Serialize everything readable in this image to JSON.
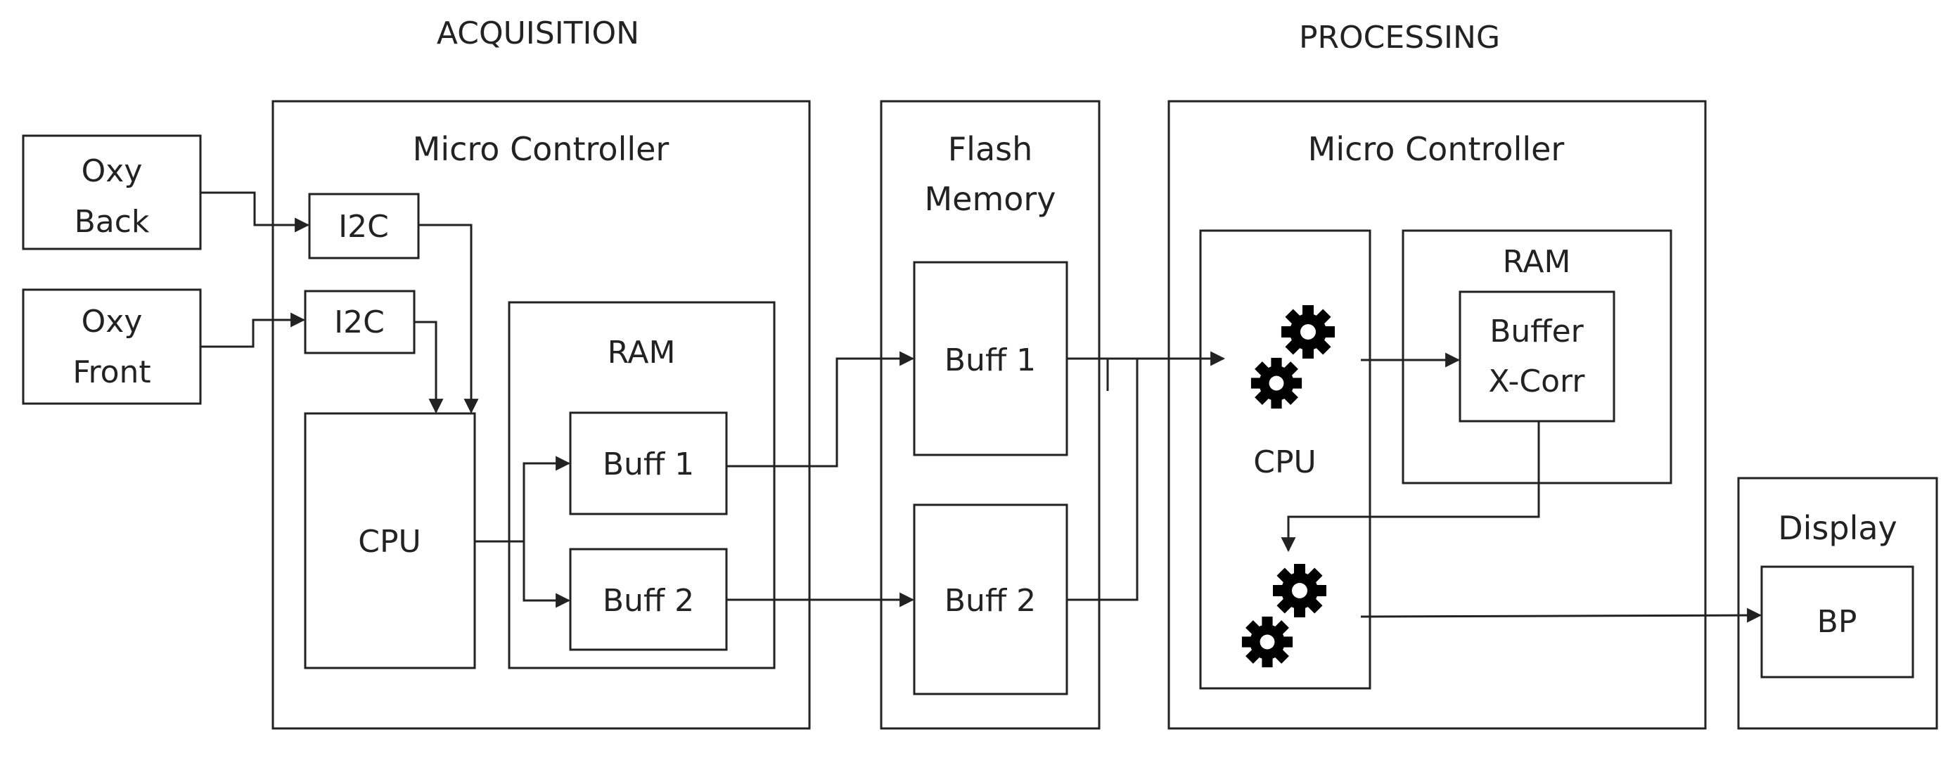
{
  "sections": {
    "acquisition": "ACQUISITION",
    "processing": "PROCESSING"
  },
  "sensors": {
    "back": [
      "Oxy",
      "Back"
    ],
    "front": [
      "Oxy",
      "Front"
    ]
  },
  "acq_mc": {
    "title": "Micro Controller",
    "i2c_top": "I2C",
    "i2c_bottom": "I2C",
    "cpu": "CPU",
    "ram": "RAM",
    "buff1": "Buff 1",
    "buff2": "Buff 2"
  },
  "flash": {
    "title": [
      "Flash",
      "Memory"
    ],
    "buff1": "Buff 1",
    "buff2": "Buff 2"
  },
  "proc_mc": {
    "title": "Micro Controller",
    "cpu": "CPU",
    "ram": "RAM",
    "buffer": [
      "Buffer",
      "X-Corr"
    ],
    "icons": [
      "gear-cluster-top-icon",
      "gear-cluster-bottom-icon"
    ]
  },
  "display": {
    "title": "Display",
    "bp": "BP"
  }
}
